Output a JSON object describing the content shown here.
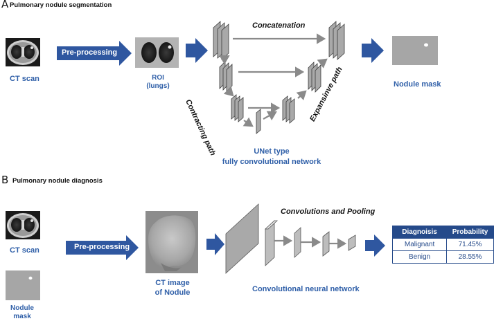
{
  "panel_a": {
    "letter": "A",
    "title": "Pulmonary nodule segmentation",
    "ct_scan_label": "CT scan",
    "preprocessing_label": "Pre-processing",
    "roi_label_line1": "ROI",
    "roi_label_line2": "(lungs)",
    "concatenation_label": "Concatenation",
    "contracting_label": "Contracting path",
    "expansive_label": "Expansinve path",
    "nodule_mask_label": "Nodule mask",
    "network_line1": "UNet type",
    "network_line2": "fully convolutional network"
  },
  "panel_b": {
    "letter": "B",
    "title": "Pulmonary nodule diagnosis",
    "ct_scan_label": "CT scan",
    "nodule_mask_line1": "Nodule",
    "nodule_mask_line2": "mask",
    "preprocessing_label": "Pre-processing",
    "ct_image_line1": "CT image",
    "ct_image_line2": "of Nodule",
    "conv_pool_label": "Convolutions and Pooling",
    "network_label": "Convolutional neural network",
    "results_table": {
      "headers": [
        "Diagnoisis",
        "Probability"
      ],
      "rows": [
        [
          "Malignant",
          "71.45%"
        ],
        [
          "Benign",
          "28.55%"
        ]
      ]
    }
  },
  "colors": {
    "arrow_blue": "#2f57a0",
    "label_blue": "#2f5fa8",
    "table_header": "#254a8a",
    "layer_gray": "#a9a9a9",
    "mask_gray": "#a6a6a6"
  }
}
